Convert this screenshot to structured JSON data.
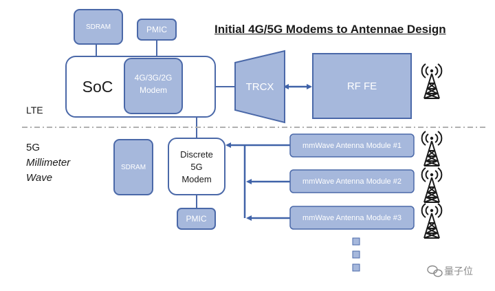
{
  "title": "Initial 4G/5G Modems to Antennae Design",
  "sections": {
    "lte": "LTE",
    "fiveg": "5G",
    "mmw_line1": "Millimeter",
    "mmw_line2": "Wave"
  },
  "lte": {
    "sdram": "SDRAM",
    "pmic": "PMIC",
    "soc": "SoC",
    "modem_line1": "4G/3G/2G",
    "modem_line2": "Modem",
    "trcx": "TRCX",
    "rffe": "RF FE"
  },
  "mmwave": {
    "sdram": "SDRAM",
    "pmic": "PMIC",
    "modem_line1": "Discrete",
    "modem_line2": "5G",
    "modem_line3": "Modem",
    "modules": [
      "mmWave Antenna Module #1",
      "mmWave Antenna Module #2",
      "mmWave Antenna Module #3"
    ]
  },
  "watermark": "量子位",
  "colors": {
    "fill": "#a6b8dc",
    "stroke": "#4a68a8",
    "arrow": "#3f62a8",
    "divider": "#b0b0b0"
  }
}
